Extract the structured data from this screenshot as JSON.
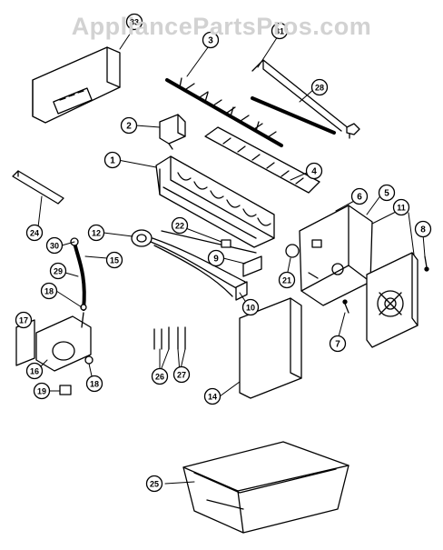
{
  "watermark": "AppliancePartsPros.com",
  "callouts": [
    {
      "id": "c33",
      "label": "33"
    },
    {
      "id": "c3",
      "label": "3"
    },
    {
      "id": "c31",
      "label": "31"
    },
    {
      "id": "c28",
      "label": "28"
    },
    {
      "id": "c2",
      "label": "2"
    },
    {
      "id": "c1",
      "label": "1"
    },
    {
      "id": "c4",
      "label": "4"
    },
    {
      "id": "c24",
      "label": "24"
    },
    {
      "id": "c6",
      "label": "6"
    },
    {
      "id": "c5",
      "label": "5"
    },
    {
      "id": "c11",
      "label": "11"
    },
    {
      "id": "c8",
      "label": "8"
    },
    {
      "id": "c12",
      "label": "12"
    },
    {
      "id": "c22",
      "label": "22"
    },
    {
      "id": "c30",
      "label": "30"
    },
    {
      "id": "c15",
      "label": "15"
    },
    {
      "id": "c9",
      "label": "9"
    },
    {
      "id": "c21",
      "label": "21"
    },
    {
      "id": "c29",
      "label": "29"
    },
    {
      "id": "c10",
      "label": "10"
    },
    {
      "id": "c18a",
      "label": "18"
    },
    {
      "id": "c17",
      "label": "17"
    },
    {
      "id": "c7",
      "label": "7"
    },
    {
      "id": "c26",
      "label": "26"
    },
    {
      "id": "c27",
      "label": "27"
    },
    {
      "id": "c16",
      "label": "16"
    },
    {
      "id": "c18b",
      "label": "18"
    },
    {
      "id": "c14",
      "label": "14"
    },
    {
      "id": "c19",
      "label": "19"
    },
    {
      "id": "c25",
      "label": "25"
    }
  ]
}
